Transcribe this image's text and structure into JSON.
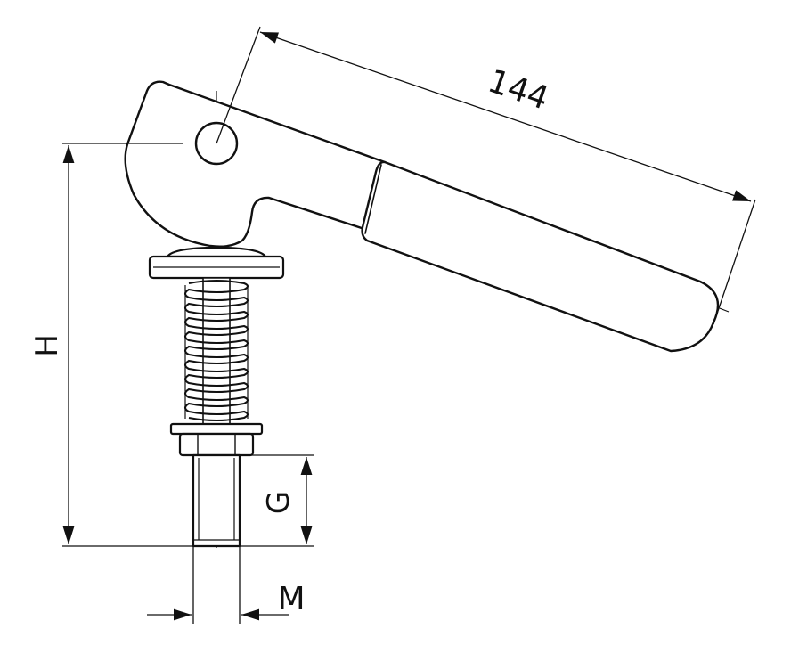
{
  "drawing": {
    "line_color": "#111111",
    "background": "#ffffff",
    "dimensions": {
      "length": "144",
      "height": "H",
      "thread_length": "G",
      "thread_size": "M"
    }
  }
}
